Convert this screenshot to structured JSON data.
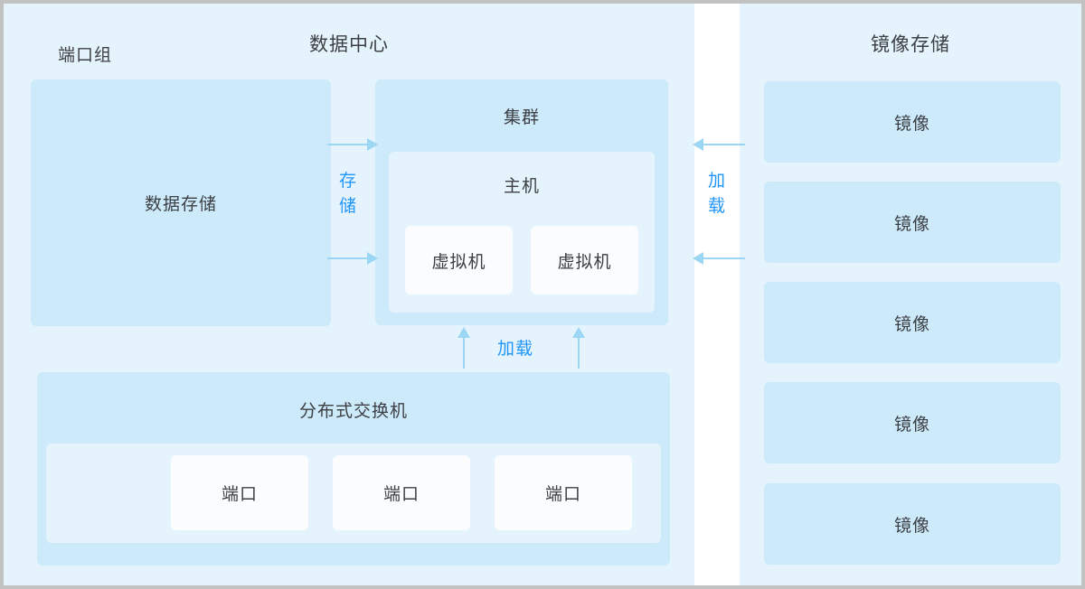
{
  "diagram": {
    "title_left": "数据中心",
    "title_right": "镜像存储",
    "colors": {
      "panel_bg": "#e5f4fc",
      "box_mid": "#cdeafb",
      "box_light": "#e5f4fc",
      "box_white": "#fafcfe",
      "arrow": "#9cd6f5",
      "edge_label": "#2196f9",
      "text": "#3c3f43",
      "canvas_border": "#c2c2c2"
    }
  },
  "datacenter": {
    "title": "数据中心",
    "data_storage": {
      "label": "数据存储"
    },
    "cluster": {
      "label": "集群",
      "host": {
        "label": "主机",
        "vms": [
          {
            "label": "虚拟机"
          },
          {
            "label": "虚拟机"
          }
        ]
      }
    },
    "switch": {
      "label": "分布式交换机",
      "port_group": {
        "label": "端口组",
        "ports": [
          {
            "label": "端口"
          },
          {
            "label": "端口"
          },
          {
            "label": "端口"
          }
        ]
      }
    }
  },
  "image_store": {
    "title": "镜像存储",
    "images": [
      {
        "label": "镜像"
      },
      {
        "label": "镜像"
      },
      {
        "label": "镜像"
      },
      {
        "label": "镜像"
      },
      {
        "label": "镜像"
      }
    ]
  },
  "edges": {
    "storage_to_cluster": {
      "label": "存储",
      "direction": "right",
      "count": 2
    },
    "imagestore_to_cluster": {
      "label": "加载",
      "direction": "left",
      "count": 2
    },
    "switch_to_cluster": {
      "label": "加载",
      "direction": "up",
      "count": 2
    }
  }
}
